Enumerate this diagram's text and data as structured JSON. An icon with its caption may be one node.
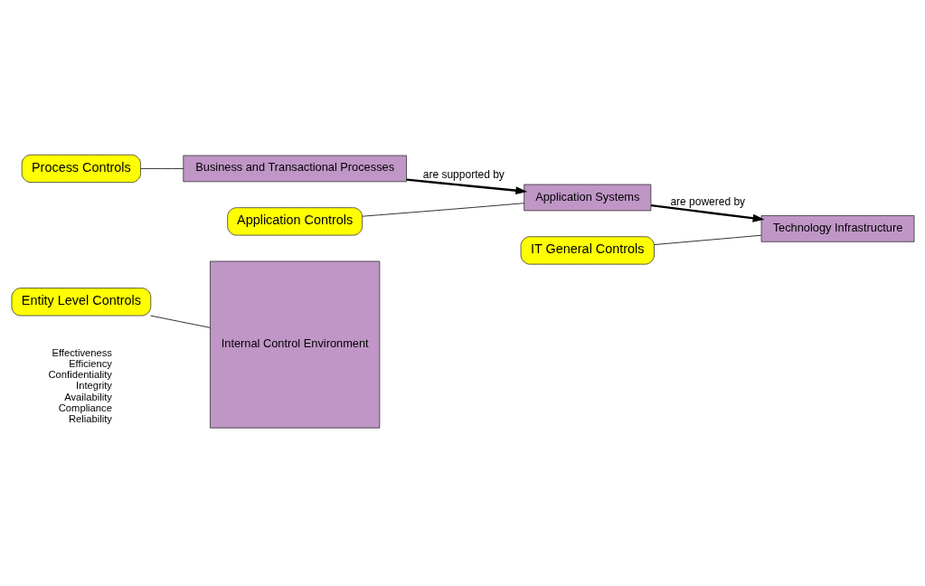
{
  "diagram": {
    "nodes": [
      {
        "text": [
          "Internal Control Environment"
        ]
      },
      {
        "text": [
          "Process Controls"
        ]
      },
      {
        "text": [
          "Business and Transactional Processes"
        ]
      },
      {
        "text": [
          "Application Controls"
        ]
      },
      {
        "text": [
          "Application Systems"
        ]
      },
      {
        "text": [
          "IT General Controls"
        ]
      },
      {
        "text": [
          "Technology Infrastructure"
        ]
      },
      {
        "text": [
          "Entity Level Controls"
        ]
      }
    ],
    "edges": [
      {
        "from": 1,
        "to": 2,
        "arrow": "none"
      },
      {
        "from": 3,
        "to": 4,
        "arrow": "none"
      },
      {
        "from": 5,
        "to": 6,
        "arrow": "none"
      },
      {
        "from": 7,
        "to": 0,
        "arrow": "none"
      },
      {
        "from": 2,
        "to": 4,
        "arrow": "to",
        "label": "are supported by",
        "style": "thick"
      },
      {
        "from": 4,
        "to": 6,
        "arrow": "to",
        "label": "are powered by",
        "style": "thick"
      }
    ],
    "labels": [
      "Effectiveness",
      "Efficiency",
      "Confidentiality",
      "Integrity",
      "Availability",
      "Compliance",
      "Reliability"
    ]
  }
}
